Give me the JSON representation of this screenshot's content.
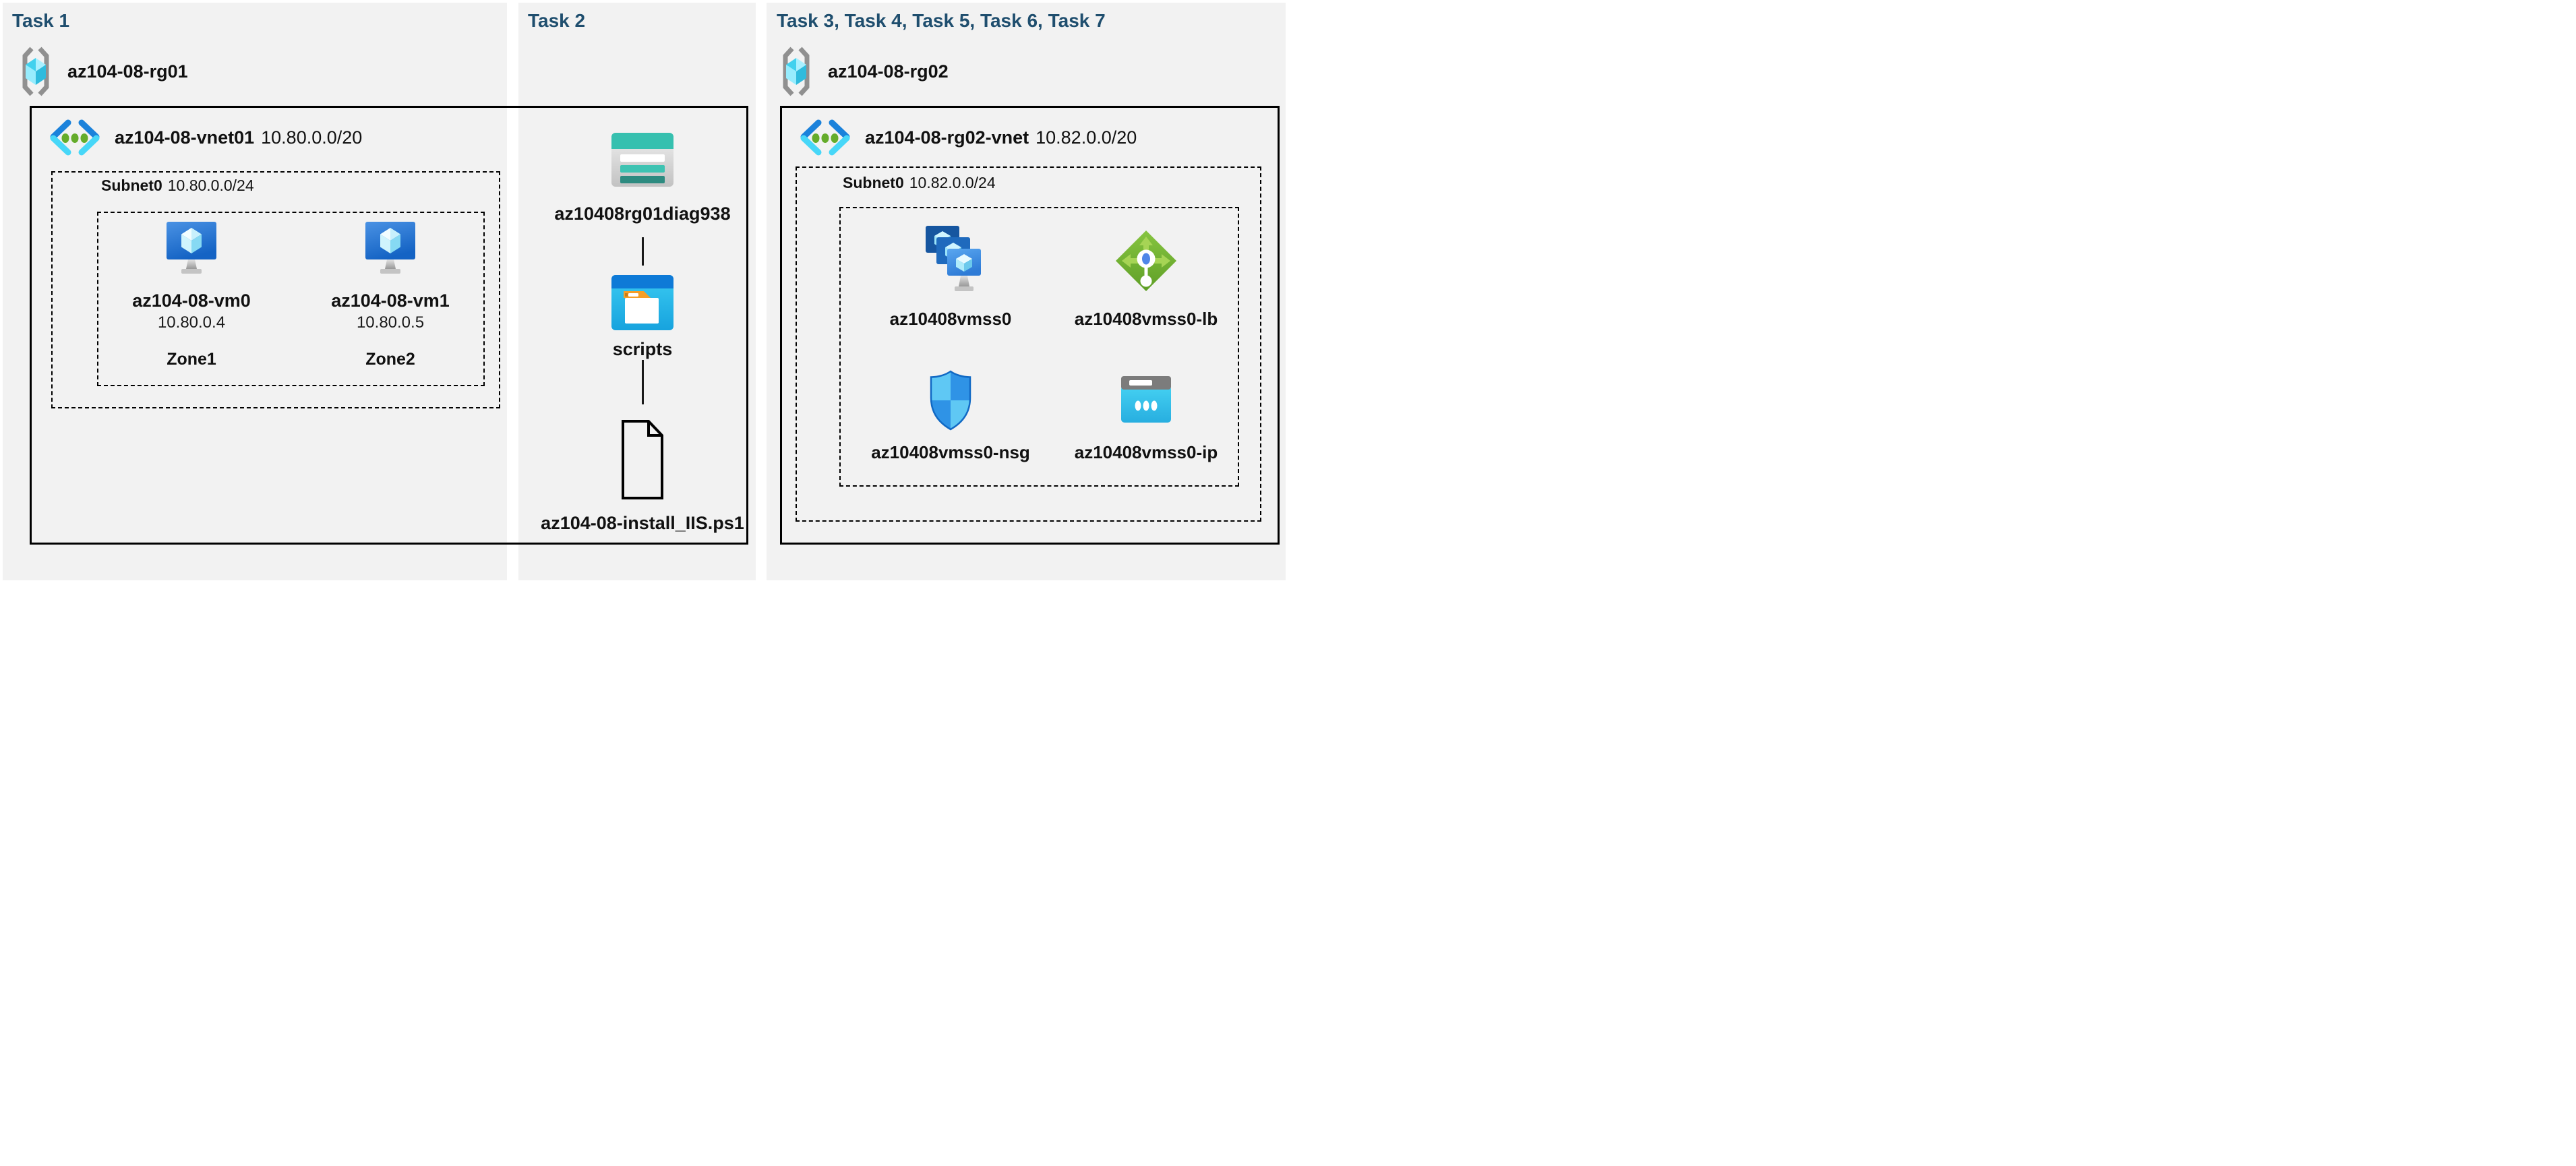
{
  "colors": {
    "title_blue": "#1F4E6E",
    "panel_bg": "#F2F2F2",
    "azure_blue": "#1B82DB",
    "cyan": "#47D7F8",
    "storage_teal": "#36C0AF",
    "lb_green": "#76B833",
    "folder_orange": "#F59E27"
  },
  "panels": [
    {
      "title": "Task 1",
      "resource_group": {
        "name": "az104-08-rg01",
        "icon": "resource-group-icon"
      },
      "vnet": {
        "name": "az104-08-vnet01",
        "cidr": "10.80.0.0/20",
        "icon": "virtual-network-icon"
      },
      "subnet": {
        "name": "Subnet0",
        "cidr": "10.80.0.0/24"
      },
      "vms": [
        {
          "name": "az104-08-vm0",
          "ip": "10.80.0.4",
          "zone": "Zone1",
          "icon": "virtual-machine-icon"
        },
        {
          "name": "az104-08-vm1",
          "ip": "10.80.0.5",
          "zone": "Zone2",
          "icon": "virtual-machine-icon"
        }
      ]
    },
    {
      "title": "Task 2",
      "storage_account": {
        "name": "az10408rg01diag938",
        "icon": "storage-account-icon"
      },
      "container": {
        "name": "scripts",
        "icon": "blob-container-icon"
      },
      "file": {
        "name": "az104-08-install_IIS.ps1",
        "icon": "file-icon"
      }
    },
    {
      "title": "Task 3, Task 4, Task 5, Task 6, Task 7",
      "resource_group": {
        "name": "az104-08-rg02",
        "icon": "resource-group-icon"
      },
      "vnet": {
        "name": "az104-08-rg02-vnet",
        "cidr": "10.82.0.0/20",
        "icon": "virtual-network-icon"
      },
      "subnet": {
        "name": "Subnet0",
        "cidr": "10.82.0.0/24"
      },
      "resources": [
        {
          "name": "az10408vmss0",
          "icon": "vm-scale-set-icon"
        },
        {
          "name": "az10408vmss0-lb",
          "icon": "load-balancer-icon"
        },
        {
          "name": "az10408vmss0-nsg",
          "icon": "network-security-group-icon"
        },
        {
          "name": "az10408vmss0-ip",
          "icon": "public-ip-icon"
        }
      ]
    }
  ]
}
